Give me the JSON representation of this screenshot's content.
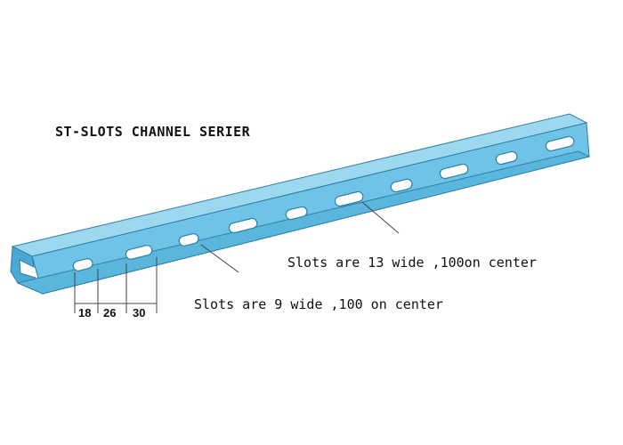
{
  "diagram": {
    "title": "ST-SLOTS CHANNEL SERIER",
    "notes": {
      "wide13": "Slots are 13 wide ,100on center",
      "wide9": "Slots are 9 wide ,100 on center"
    },
    "dimensions": [
      "18",
      "26",
      "30"
    ],
    "colors": {
      "channel_face": "#6ec3e6",
      "channel_top": "#9dd8f0",
      "channel_edge": "#2f7fa6",
      "slot": "#ffffff",
      "leader": "#444444"
    }
  }
}
